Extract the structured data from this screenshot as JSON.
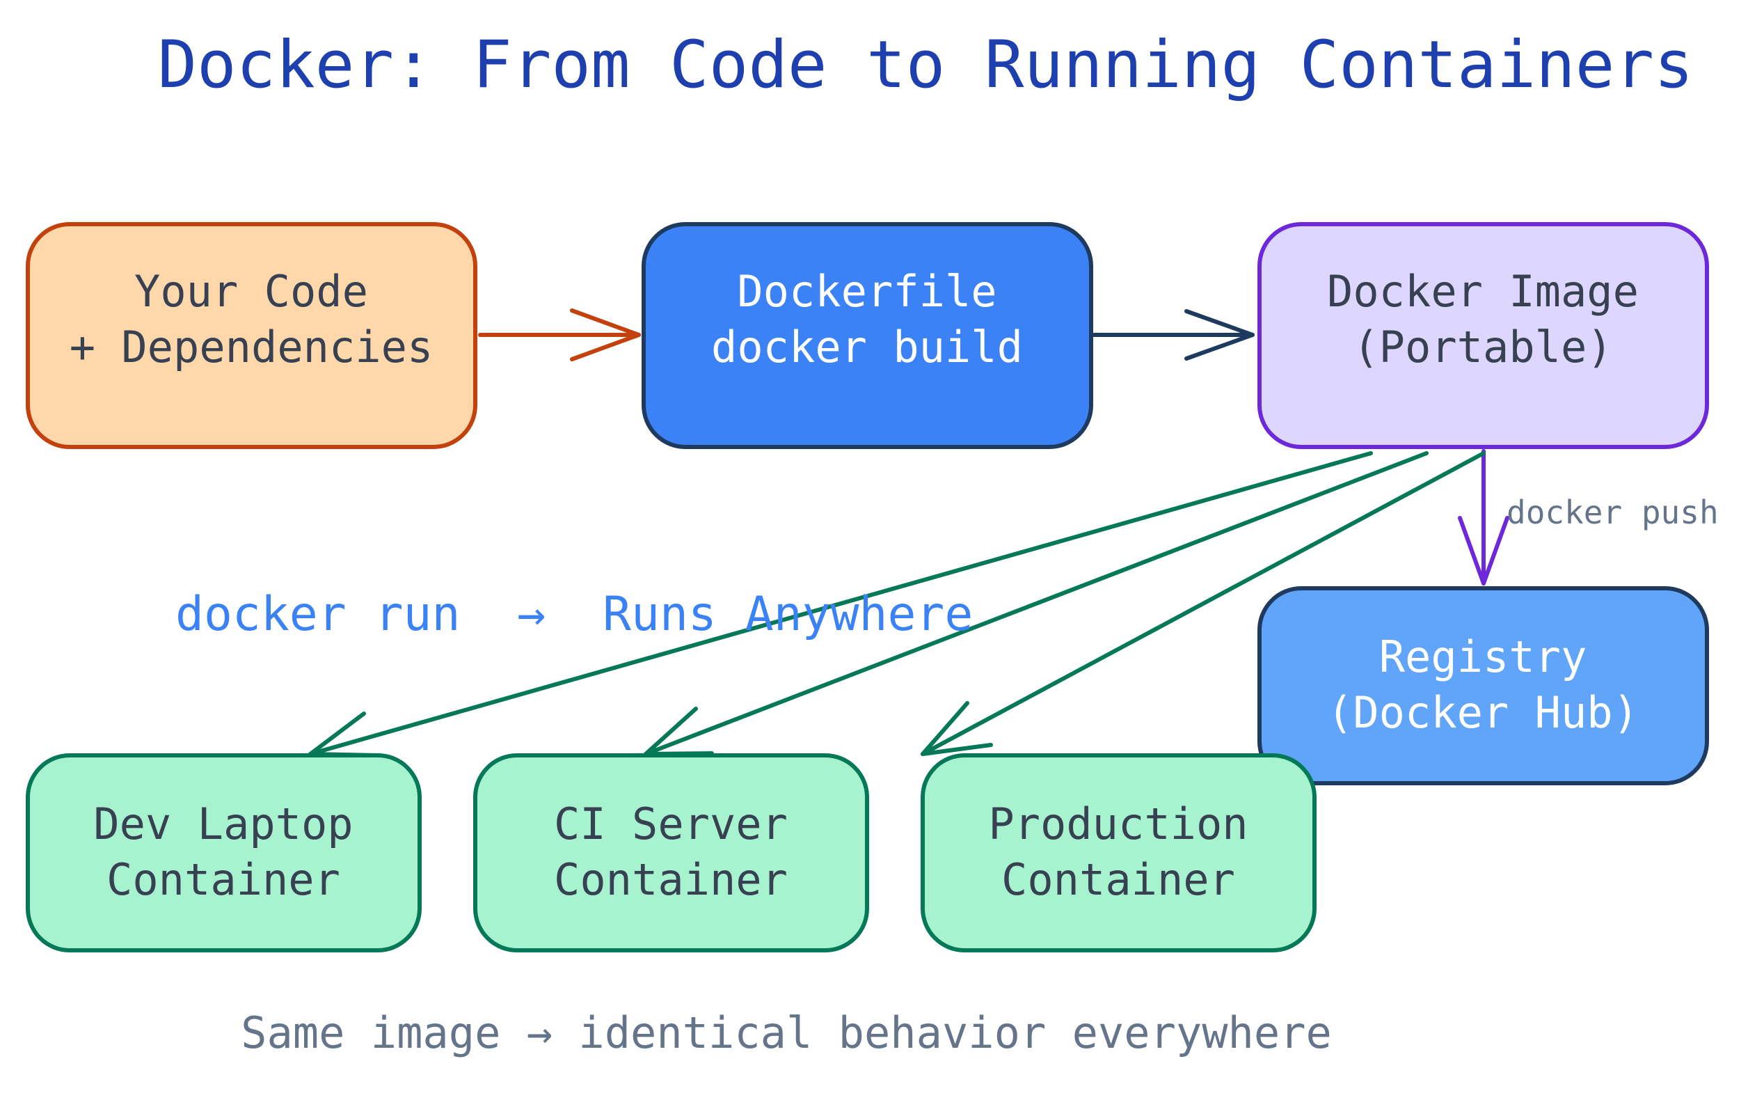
{
  "title": "Docker: From Code to Running Containers",
  "nodes": {
    "code": {
      "line1": "Your Code",
      "line2": "+ Dependencies"
    },
    "dockerfile": {
      "line1": "Dockerfile",
      "line2": "docker build"
    },
    "image": {
      "line1": "Docker Image",
      "line2": "(Portable)"
    },
    "registry": {
      "line1": "Registry",
      "line2": "(Docker Hub)"
    },
    "dev": {
      "line1": "Dev Laptop",
      "line2": "Container"
    },
    "ci": {
      "line1": "CI Server",
      "line2": "Container"
    },
    "prod": {
      "line1": "Production",
      "line2": "Container"
    }
  },
  "labels": {
    "push": "docker push",
    "run": "docker run  →  Runs Anywhere",
    "footer": "Same image → identical behavior everywhere"
  },
  "colors": {
    "title": "#1e40af",
    "code_fill": "#fed7aa",
    "code_stroke": "#c2410c",
    "dockerfile_fill": "#3b82f6",
    "dockerfile_stroke": "#1e3a5f",
    "image_fill": "#ddd6fe",
    "image_stroke": "#6d28d9",
    "registry_fill": "#60a5fa",
    "registry_stroke": "#1e3a5f",
    "container_fill": "#a7f3d0",
    "container_stroke": "#047857",
    "dark_text": "#374151",
    "light_text": "#ffffff",
    "run_label": "#3b82f6",
    "muted_label": "#64748b"
  }
}
